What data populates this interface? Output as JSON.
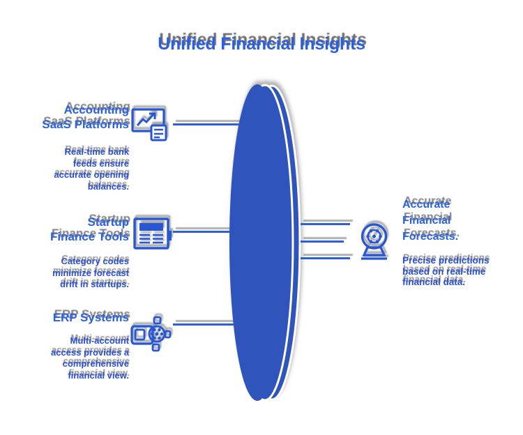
{
  "title": "Unified Financial Insights",
  "colors": {
    "title_text": "#2a5fe4",
    "heading_text": "#2a62e0",
    "body_text": "#2b51d2",
    "connector_line": "#2e5ed8",
    "lens_fill": "#2f55bd",
    "icon_stroke": "#2857d4",
    "background": "#ffffff",
    "shadow": "#4e4e4e"
  },
  "sources": [
    {
      "id": "accounting-saas-platforms",
      "icon": "trend-chart-receipt-icon",
      "heading": [
        "Accounting",
        "SaaS Platforms"
      ],
      "description": [
        "Real-time bank",
        "feeds ensure",
        "accurate opening",
        "balances."
      ]
    },
    {
      "id": "startup-finance-tools",
      "icon": "ledger-spreadsheet-icon",
      "heading": [
        "Startup",
        "Finance Tools"
      ],
      "description": [
        "Category codes",
        "minimize forecast",
        "drift in startups."
      ]
    },
    {
      "id": "erp-systems",
      "icon": "module-gear-icon",
      "heading": [
        "ERP Systems"
      ],
      "description": [
        "Multi-account",
        "access provides a",
        "comprehensive",
        "financial view."
      ]
    }
  ],
  "outcome": {
    "id": "accurate-financial-forecasts",
    "icon": "crystal-ball-icon",
    "heading": [
      "Accurate",
      "Financial",
      "Forecasts."
    ],
    "description": [
      "Precise predictions",
      "based on real-time",
      "financial data."
    ]
  }
}
